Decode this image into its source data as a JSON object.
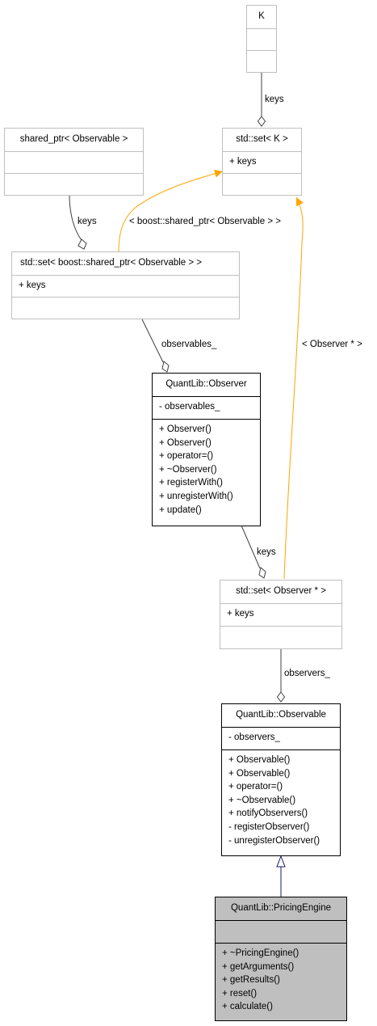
{
  "colors": {
    "association": "#404040",
    "template": "#ffa500",
    "inheritance": "#191970",
    "highlight": "#bfbfbf"
  },
  "boxes": {
    "k": {
      "title": "K",
      "attributes": [],
      "methods": []
    },
    "shared_ptr": {
      "title": "shared_ptr< Observable >",
      "attributes": [],
      "methods": []
    },
    "std_set_k": {
      "title": "std::set< K >",
      "attributes": [
        "+ keys"
      ],
      "methods": []
    },
    "std_set_shared": {
      "title": "std::set< boost::shared_ptr< Observable > >",
      "attributes": [
        "+ keys"
      ],
      "methods": []
    },
    "observer": {
      "title": "QuantLib::Observer",
      "attributes": [
        "- observables_"
      ],
      "methods": [
        "+ Observer()",
        "+ Observer()",
        "+ operator=()",
        "+ ~Observer()",
        "+ registerWith()",
        "+ unregisterWith()",
        "+ update()"
      ]
    },
    "std_set_observer": {
      "title": "std::set< Observer * >",
      "attributes": [
        "+ keys"
      ],
      "methods": []
    },
    "observable": {
      "title": "QuantLib::Observable",
      "attributes": [
        "- observers_"
      ],
      "methods": [
        "+ Observable()",
        "+ Observable()",
        "+ operator=()",
        "+ ~Observable()",
        "+ notifyObservers()",
        "- registerObserver()",
        "- unregisterObserver()"
      ]
    },
    "pricing_engine": {
      "title": "QuantLib::PricingEngine",
      "attributes": [],
      "methods": [
        "+ ~PricingEngine()",
        "+ getArguments()",
        "+ getResults()",
        "+ reset()",
        "+ calculate()"
      ]
    }
  },
  "edge_labels": {
    "keys_k": "keys",
    "keys_shared": "keys",
    "template_shared": "< boost::shared_ptr< Observable > >",
    "observables": "observables_",
    "template_observer": "< Observer * >",
    "keys_observer": "keys",
    "observers": "observers_"
  }
}
